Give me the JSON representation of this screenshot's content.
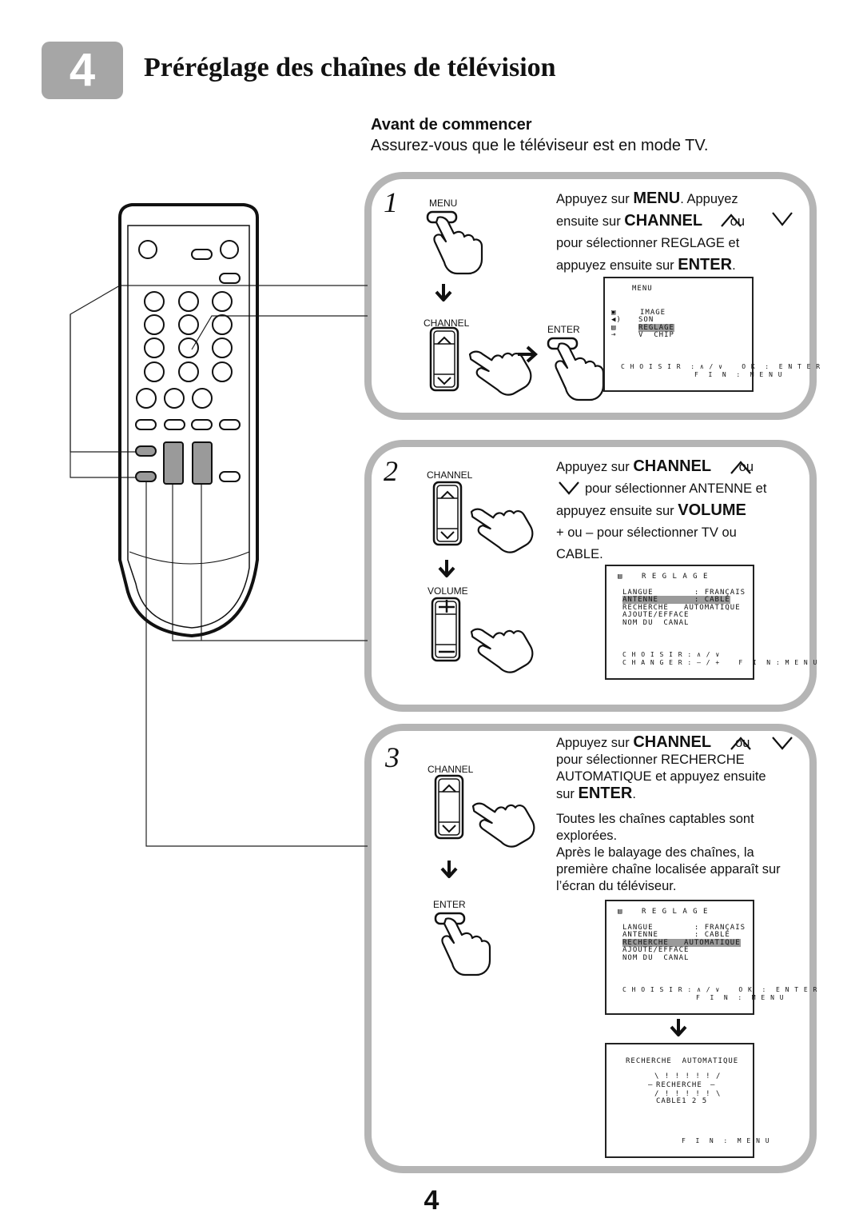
{
  "chapter": {
    "number": "4",
    "title": "Préréglage des chaînes de télévision"
  },
  "intro": {
    "heading": "Avant de commencer",
    "text": "Assurez-vous que le téléviseur est en mode TV."
  },
  "step1": {
    "number": "1",
    "labels": {
      "menu": "MENU",
      "channel": "CHANNEL",
      "enter": "ENTER"
    },
    "text": {
      "l1a": "Appuyez sur ",
      "l1b": "MENU",
      "l1c": ". Appuyez",
      "l2a": "ensuite sur ",
      "l2b": "CHANNEL",
      "l2c": " ou",
      "l3": "pour sélectionner REGLAGE et",
      "l4a": "appuyez ensuite sur ",
      "l4b": "ENTER",
      "l4c": "."
    },
    "screen": {
      "title": "MENU",
      "items": [
        "IMAGE",
        "SON",
        "REGLAGE",
        "V  CHIP"
      ],
      "footer1": "C H O I S I R  : ∧ / ∨    O K  :  E N T E R",
      "footer2": "F  I  N  :  M E N U"
    }
  },
  "step2": {
    "number": "2",
    "labels": {
      "channel": "CHANNEL",
      "volume": "VOLUME"
    },
    "text": {
      "l1a": "Appuyez sur ",
      "l1b": "CHANNEL",
      "l1c": " ou",
      "l2": "pour sélectionner ANTENNE et",
      "l3a": "appuyez ensuite sur ",
      "l3b": "VOLUME",
      "l4": "+ ou – pour sélectionner TV ou",
      "l5": "CABLE."
    },
    "screen": {
      "title": "R E G L A G E",
      "rows": [
        "LANGUE        : FRANÇAIS",
        "ANTENNE       : CABLE",
        "RECHERCHE   AUTOMATIQUE",
        "AJOUTE/EFFACE",
        "NOM DU  CANAL"
      ],
      "footer1": "C H O I S I R : ∧ / ∨",
      "footer2": "C H A N G E R : – / +    F  I  N : M E N U"
    }
  },
  "step3": {
    "number": "3",
    "labels": {
      "channel": "CHANNEL",
      "enter": "ENTER"
    },
    "text": {
      "l1a": "Appuyez sur ",
      "l1b": "CHANNEL",
      "l1c": "ou",
      "l2": "pour sélectionner RECHERCHE",
      "l3": "AUTOMATIQUE et appuyez ensuite",
      "l4a": "sur ",
      "l4b": "ENTER",
      "l4c": ".",
      "p1": "Toutes les chaînes captables sont",
      "p2": "explorées.",
      "p3": "Après le balayage des chaînes, la",
      "p4": "première chaîne localisée apparaît sur",
      "p5": "l’écran du téléviseur."
    },
    "screen": {
      "title": "R E G L A G E",
      "rows": [
        "LANGUE        : FRANÇAIS",
        "ANTENNE       : CABLE",
        "RECHERCHE   AUTOMATIQUE",
        "AJOUTE/EFFACE",
        "NOM DU  CANAL"
      ],
      "footer1": "C H O I S I R : ∧ / ∨    O K  :  E N T E R",
      "footer2": "F  I  N  :  M E N U"
    },
    "screen2": {
      "title": "RECHERCHE  AUTOMATIQUE",
      "status": "RECHERCHE",
      "channel": "CABLE1 2 5",
      "footer": "F  I  N  :  M E N U"
    }
  },
  "page_number": "4"
}
